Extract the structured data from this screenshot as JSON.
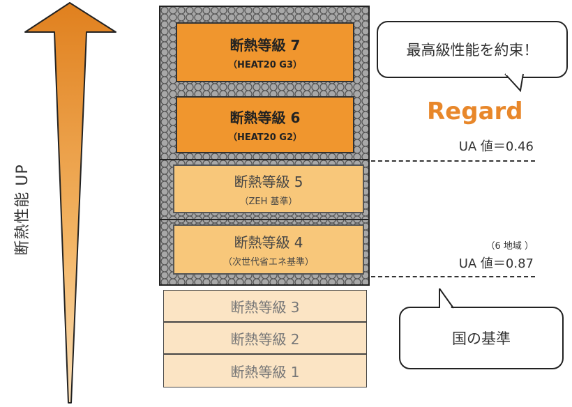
{
  "axis_label": "断熱性能 UP",
  "levels": [
    {
      "title": "断熱等級 7",
      "sub": "（HEAT20 G3）"
    },
    {
      "title": "断熱等級 6",
      "sub": "（HEAT20 G2）"
    },
    {
      "title": "断熱等級 5",
      "sub": "（ZEH 基準）"
    },
    {
      "title": "断熱等級 4",
      "sub": "（次世代省エネ基準）"
    },
    {
      "title": "断熱等級 3"
    },
    {
      "title": "断熱等級 2"
    },
    {
      "title": "断熱等級 1"
    }
  ],
  "top_bubble": "最高級性能を約束！",
  "brand": "Regard",
  "regard_ua": "UA 値＝0.46",
  "region_note": "（6 地域 ）",
  "national_ua": "UA 値＝0.87",
  "bottom_bubble": "国の基準",
  "colors": {
    "accent": "#e8872a",
    "high": "#f0962e",
    "mid": "#f8c77a",
    "low": "#fbe4c4"
  }
}
